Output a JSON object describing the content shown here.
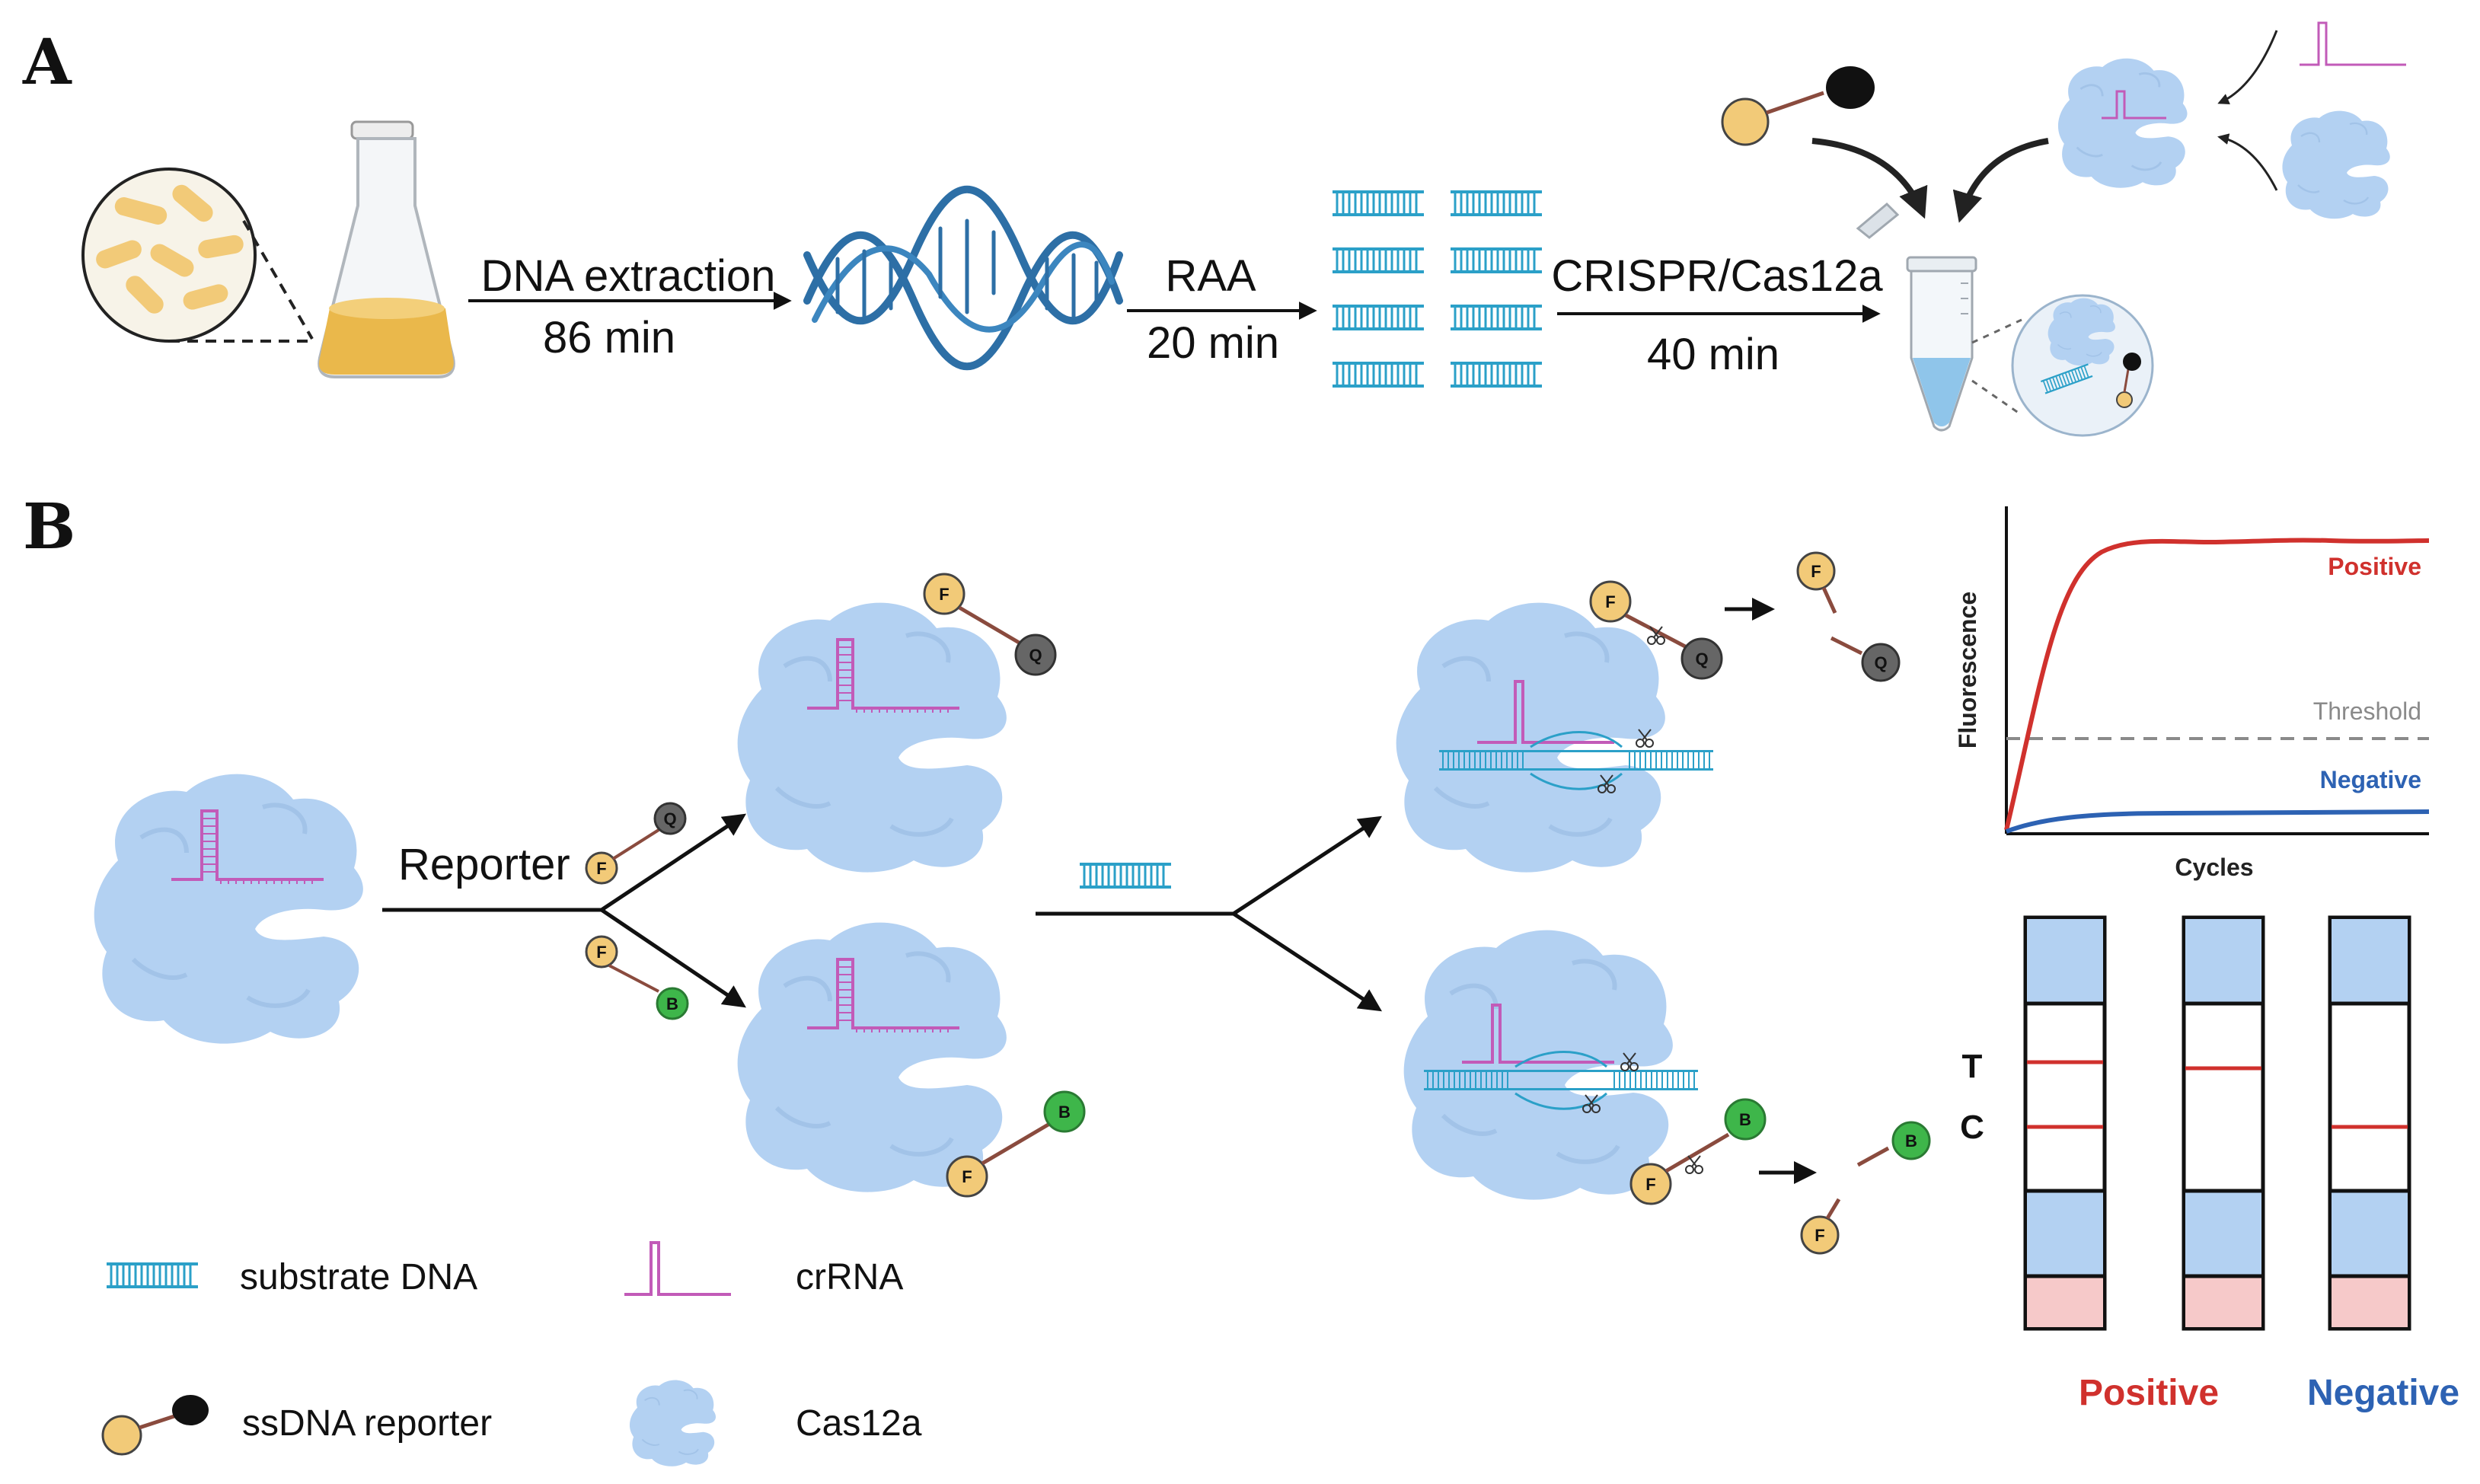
{
  "colors": {
    "cas12a": "#b3d1f2",
    "dna": "#2ba0c8",
    "helix": "#2d6fa6",
    "crrna": "#c25bb8",
    "fluorophore": "#f2ca78",
    "quencher_dark": "#555555",
    "quencher_black": "#111111",
    "biotin": "#3eb64a",
    "positive": "#d0312d",
    "negative": "#2d62b3",
    "threshold": "#8a8a8a",
    "strip_pad": "#b3d1f2",
    "strip_sample": "#f6c9c9"
  },
  "panel_a": {
    "label": "A",
    "steps": [
      {
        "name": "DNA extraction",
        "time": "86 min"
      },
      {
        "name": "RAA",
        "time": "20 min"
      },
      {
        "name": "CRISPR/Cas12a",
        "time": "40 min"
      }
    ],
    "icons": [
      "bacteria-icon",
      "flask-icon",
      "dna-helix-icon",
      "amplicon-icon",
      "tube-icon"
    ]
  },
  "panel_b": {
    "label": "B",
    "reporter_label": "Reporter",
    "bead_letters": {
      "fluorophore": "F",
      "quencher": "Q",
      "biotin": "B"
    }
  },
  "chart_data": {
    "type": "line",
    "title": "",
    "xlabel": "Cycles",
    "ylabel": "Fluorescence",
    "series": [
      {
        "name": "Positive",
        "color": "#d0312d",
        "curve": "sigmoid-plateau-high"
      },
      {
        "name": "Negative",
        "color": "#2d62b3",
        "curve": "flat-low"
      }
    ],
    "threshold_label": "Threshold",
    "grid": false,
    "legend": "inline-right"
  },
  "strips": {
    "test_line": "T",
    "control_line": "C",
    "results": [
      {
        "name": "Positive",
        "t": true,
        "c": true,
        "t_color": "#d0312d",
        "c_color": "#d0312d"
      },
      {
        "name": "",
        "t": true,
        "c": false,
        "t_color": "#d0312d",
        "c_color": ""
      },
      {
        "name": "Negative",
        "t": false,
        "c": true,
        "t_color": "",
        "c_color": "#d0312d"
      }
    ],
    "labels": {
      "positive": "Positive",
      "negative": "Negative"
    }
  },
  "legend": {
    "substrate": "substrate DNA",
    "crrna": "crRNA",
    "reporter": "ssDNA reporter",
    "cas12a": "Cas12a"
  }
}
